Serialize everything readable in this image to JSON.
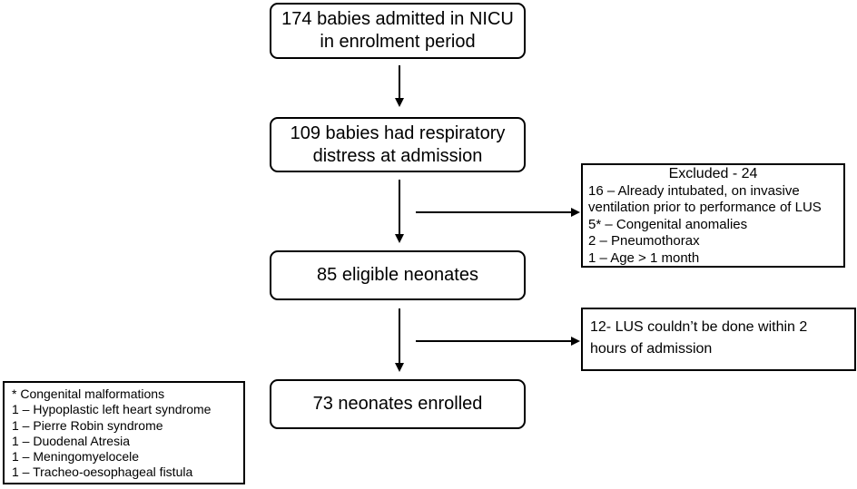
{
  "flow": {
    "admitted": [
      "174 babies admitted in NICU",
      "in enrolment period"
    ],
    "distress": [
      "109 babies had respiratory",
      "distress at admission"
    ],
    "eligible": "85 eligible neonates",
    "enrolled": "73 neonates enrolled"
  },
  "excluded_first": {
    "title": "Excluded - 24",
    "items": [
      "16 – Already intubated, on invasive",
      "ventilation prior to performance of LUS",
      "5* – Congenital anomalies",
      "2 – Pneumothorax",
      "1 – Age > 1 month"
    ]
  },
  "excluded_second": {
    "lines": [
      "12- LUS couldn’t be done within 2",
      "hours of admission"
    ]
  },
  "malformations_note": {
    "title": "* Congenital malformations",
    "items": [
      "1 – Hypoplastic left heart syndrome",
      "1 – Pierre Robin syndrome",
      "1 –  Duodenal Atresia",
      "1 – Meningomyelocele",
      "1 – Tracheo-oesophageal fistula"
    ]
  }
}
